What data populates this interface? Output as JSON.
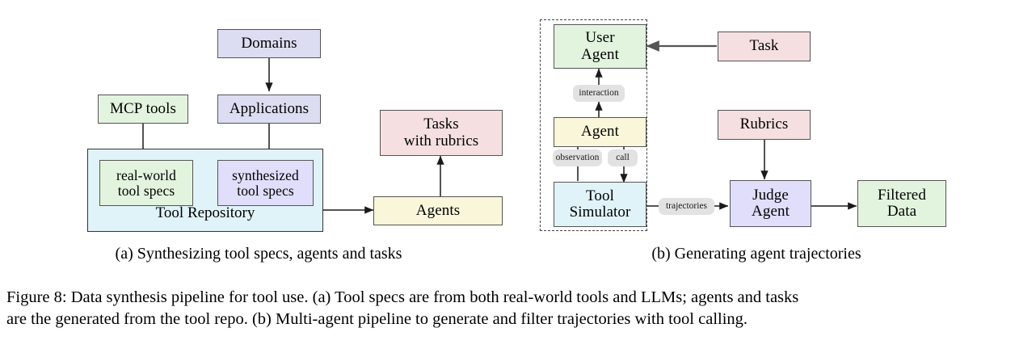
{
  "figure": {
    "caption_line1": "Figure 8: Data synthesis pipeline for tool use. (a) Tool specs are from both real-world tools and LLMs; agents and tasks",
    "caption_line2": "are the generated from the tool repo. (b) Multi-agent pipeline to generate and filter trajectories with tool calling."
  },
  "panel_a": {
    "subcaption": "(a) Synthesizing tool specs, agents and tasks",
    "nodes": {
      "domains": "Domains",
      "mcp_tools": "MCP tools",
      "applications": "Applications",
      "real_world_tool_specs": "real-world\ntool specs",
      "synthesized_tool_specs": "synthesized\ntool specs",
      "tool_repository": "Tool Repository",
      "tasks_with_rubrics": "Tasks\nwith rubrics",
      "agents": "Agents"
    }
  },
  "panel_b": {
    "subcaption": "(b) Generating agent trajectories",
    "nodes": {
      "user_agent": "User\nAgent",
      "agent": "Agent",
      "tool_simulator": "Tool\nSimulator",
      "task": "Task",
      "rubrics": "Rubrics",
      "judge_agent": "Judge\nAgent",
      "filtered_data": "Filtered\nData"
    },
    "edge_labels": {
      "interaction": "interaction",
      "observation": "observation",
      "call": "call",
      "trajectories": "trajectories"
    }
  },
  "colors": {
    "blue": "#dcdcf2",
    "green": "#e2f4de",
    "pink": "#f5dfe0",
    "yellow": "#faf6da",
    "cyan": "#e0f3f8",
    "lavender": "#e0defa",
    "stroke": "#555555",
    "chip_bg": "#e2e2e2",
    "background": "#ffffff"
  }
}
